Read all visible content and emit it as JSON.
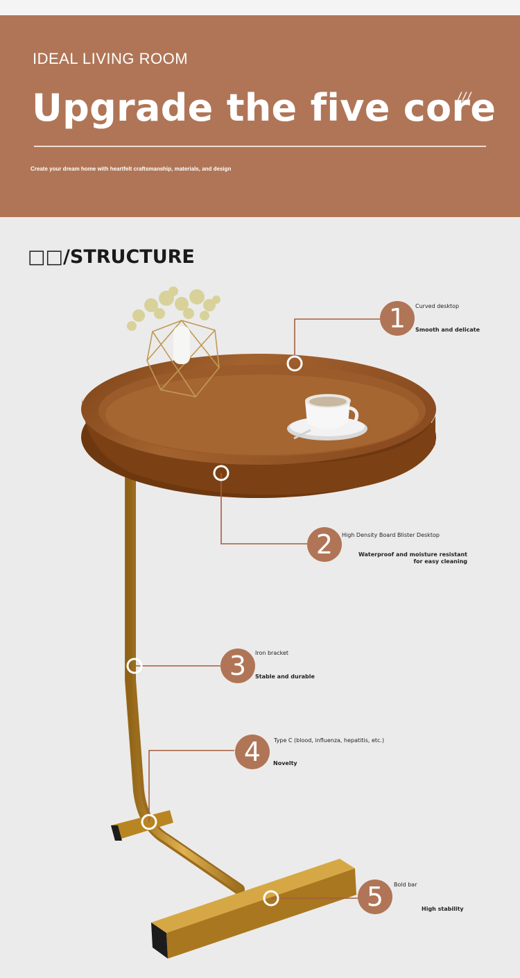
{
  "banner": {
    "eyebrow": "IDEAL LIVING ROOM",
    "headline": "Upgrade the five core",
    "slashes": "///",
    "tagline": "Create your dream home with heartfelt craftsmanship, materials, and design"
  },
  "section_title": "□□/STRUCTURE",
  "colors": {
    "accent": "#b07556",
    "wood": "#9a5a2c",
    "gold": "#c4902e"
  },
  "callouts": [
    {
      "number": "1",
      "title": "Curved desktop",
      "subtitle": "Smooth and delicate"
    },
    {
      "number": "2",
      "title": "High Density Board Blister Desktop",
      "subtitle_line1": "Waterproof and moisture resistant",
      "subtitle_line2": "for easy cleaning"
    },
    {
      "number": "3",
      "title": "Iron bracket",
      "subtitle": "Stable and durable"
    },
    {
      "number": "4",
      "title": "Type C (blood, influenza, hepatitis, etc.)",
      "subtitle": "Novelty"
    },
    {
      "number": "5",
      "title": "Bold bar",
      "subtitle": "High stability"
    }
  ]
}
